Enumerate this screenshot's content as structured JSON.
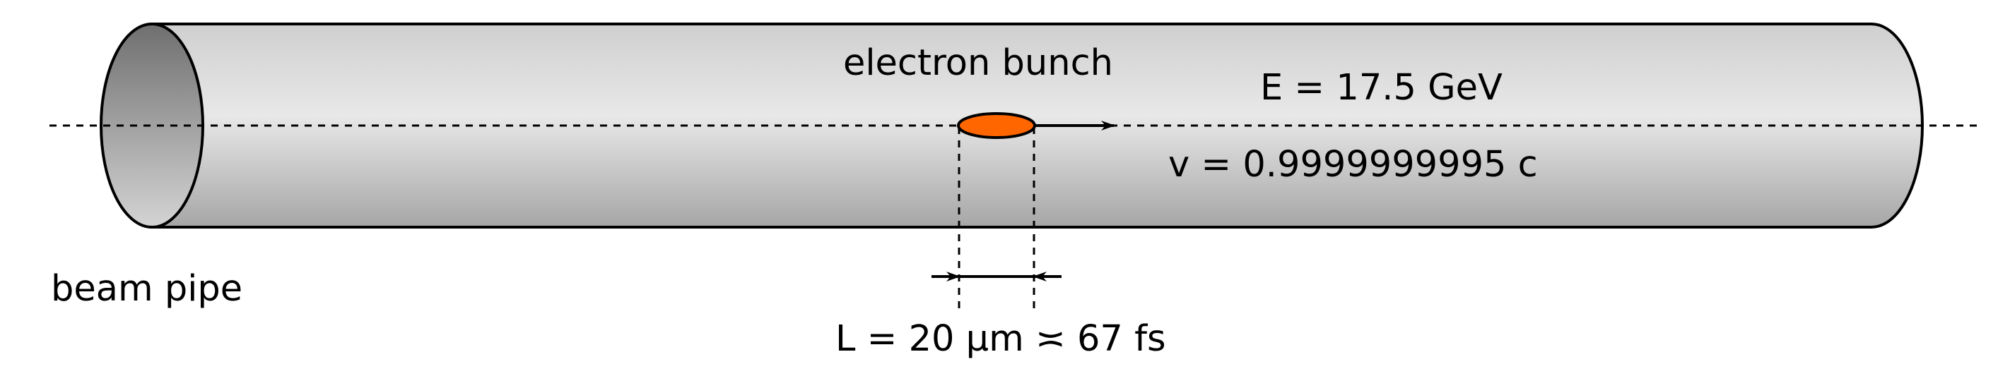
{
  "diagram": {
    "labels": {
      "electron_bunch": "electron bunch",
      "energy": "E = 17.5 GeV",
      "velocity": "v = 0.9999999995 c",
      "beam_pipe": "beam pipe",
      "length": "L = 20 µm ≍ 67 fs"
    },
    "colors": {
      "bunch_fill": "#ff6600",
      "outline": "#000000",
      "pipe_light": "#e8e8e8",
      "pipe_dark": "#a6a6a6",
      "opening_dark": "#6f6f6f",
      "opening_light": "#d4d4d4",
      "background": "#ffffff"
    }
  }
}
